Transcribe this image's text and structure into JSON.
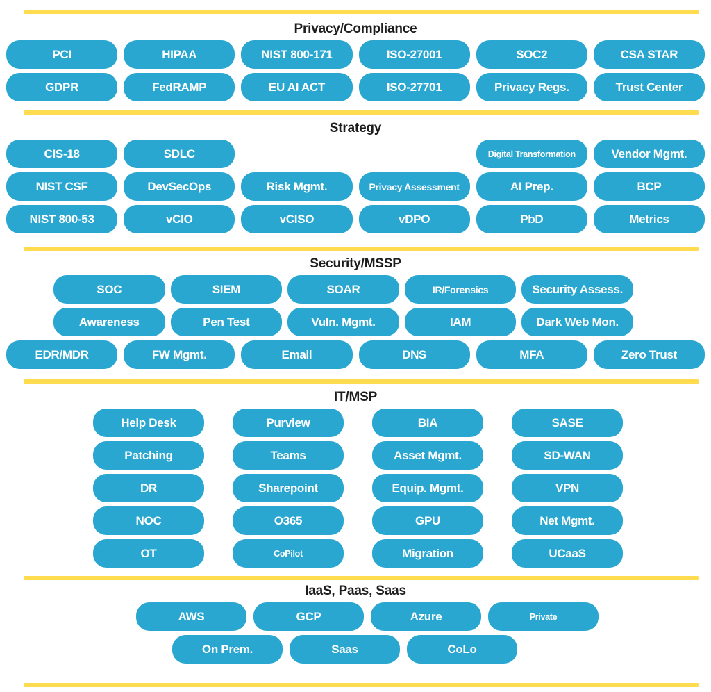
{
  "colors": {
    "background": "#FFFFFF",
    "pill_bg": "#29A7D1",
    "pill_text": "#FFFFFF",
    "divider": "#FFDB4F",
    "title_text": "#1D1D1D"
  },
  "sections": [
    {
      "id": "privacy-compliance",
      "title": "Privacy/Compliance",
      "rows": [
        {
          "layout": "grid6",
          "pills": [
            "PCI",
            "HIPAA",
            "NIST 800-171",
            "ISO-27001",
            "SOC2",
            "CSA STAR"
          ]
        },
        {
          "layout": "grid6",
          "pills": [
            "GDPR",
            "FedRAMP",
            "EU AI ACT",
            "ISO-27701",
            "Privacy Regs.",
            "Trust Center"
          ]
        }
      ]
    },
    {
      "id": "strategy",
      "title": "Strategy",
      "rows": [
        {
          "layout": "grid6",
          "pills": [
            "CIS-18",
            "SDLC",
            null,
            null,
            {
              "label": "Digital Transformation",
              "size": "small"
            },
            "Vendor Mgmt."
          ]
        },
        {
          "layout": "grid6",
          "pills": [
            "NIST CSF",
            "DevSecOps",
            "Risk Mgmt.",
            {
              "label": "Privacy Assessment",
              "size": "medium"
            },
            "AI Prep.",
            "BCP"
          ]
        },
        {
          "layout": "grid6",
          "pills": [
            "NIST 800-53",
            "vCIO",
            "vCISO",
            "vDPO",
            "PbD",
            "Metrics"
          ]
        }
      ]
    },
    {
      "id": "security-mssp",
      "title": "Security/MSSP",
      "rows": [
        {
          "layout": "indent5",
          "pills": [
            "SOC",
            "SIEM",
            "SOAR",
            {
              "label": "IR/Forensics",
              "size": "medium"
            },
            "Security Assess."
          ]
        },
        {
          "layout": "indent5",
          "pills": [
            "Awareness",
            "Pen Test",
            "Vuln. Mgmt.",
            "IAM",
            "Dark Web Mon."
          ]
        },
        {
          "layout": "grid6",
          "pills": [
            "EDR/MDR",
            "FW Mgmt.",
            "Email",
            "DNS",
            "MFA",
            "Zero Trust"
          ]
        }
      ]
    },
    {
      "id": "it-msp",
      "title": "IT/MSP",
      "rows": [
        {
          "layout": "grid4",
          "pills": [
            "Help Desk",
            "Purview",
            "BIA",
            "SASE"
          ]
        },
        {
          "layout": "grid4",
          "pills": [
            "Patching",
            "Teams",
            "Asset Mgmt.",
            "SD-WAN"
          ]
        },
        {
          "layout": "grid4",
          "pills": [
            "DR",
            "Sharepoint",
            "Equip. Mgmt.",
            "VPN"
          ]
        },
        {
          "layout": "grid4",
          "pills": [
            "NOC",
            "O365",
            "GPU",
            "Net Mgmt."
          ]
        },
        {
          "layout": "grid4",
          "pills": [
            "OT",
            {
              "label": "CoPilot",
              "size": "small"
            },
            "Migration",
            "UCaaS"
          ]
        }
      ]
    },
    {
      "id": "iaas-paas-saas",
      "title": "IaaS, Paas, Saas",
      "rows": [
        {
          "layout": "cloud4",
          "pills": [
            "AWS",
            "GCP",
            "Azure",
            {
              "label": "Private",
              "size": "small"
            }
          ]
        },
        {
          "layout": "cloud3",
          "pills": [
            "On Prem.",
            "Saas",
            "CoLo"
          ]
        }
      ]
    }
  ]
}
